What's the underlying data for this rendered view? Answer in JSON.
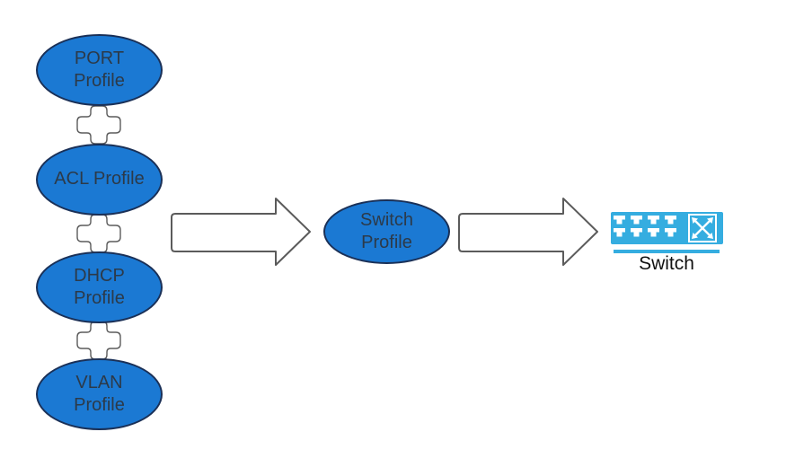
{
  "diagram_type": "flow-diagram",
  "nodes": {
    "port": {
      "label": "PORT\nProfile",
      "shape": "ellipse"
    },
    "acl": {
      "label": "ACL Profile",
      "shape": "ellipse"
    },
    "dhcp": {
      "label": "DHCP\nProfile",
      "shape": "ellipse"
    },
    "vlan": {
      "label": "VLAN\nProfile",
      "shape": "ellipse"
    },
    "switch_profile": {
      "label": "Switch\nProfile",
      "shape": "ellipse"
    }
  },
  "switch_device": {
    "label": "Switch",
    "port_rows": 2,
    "ports_per_row": 4
  },
  "connectors": {
    "cross_count": 3,
    "arrow_count": 2,
    "flow": "PORT/ACL/DHCP/VLAN profiles -> Switch Profile -> Switch"
  },
  "colors": {
    "node_fill": "#1b79d3",
    "node_stroke": "#1a3057",
    "node_label": "#2c3a49",
    "connector_stroke": "#5b5b5b",
    "arrow_fill": "#ffffff",
    "switch_blue": "#35ade0",
    "switch_label": "#111111",
    "background": "#ffffff"
  }
}
